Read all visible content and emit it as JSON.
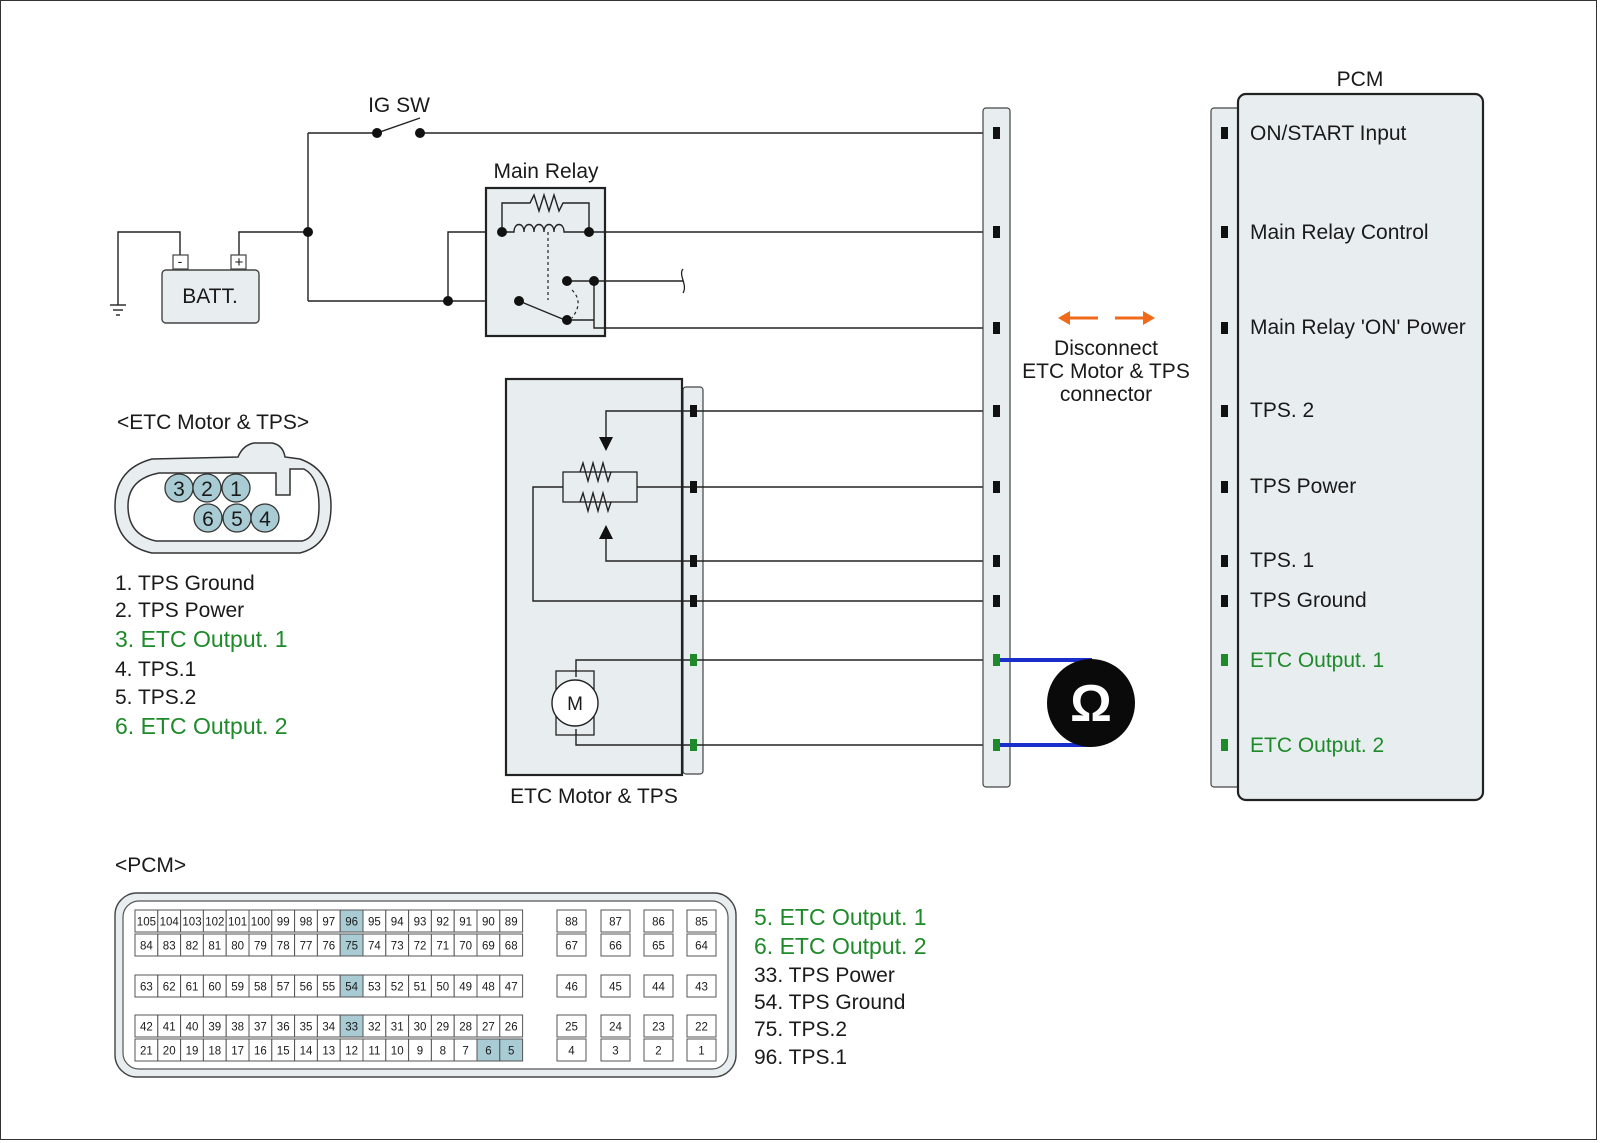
{
  "colors": {
    "accent_green": "#1e8a2a",
    "pin_highlight": "#a9ccd4",
    "panel_fill": "#e8eeef",
    "probe_blue": "#1a2ecc",
    "arrow_orange": "#f06a1a"
  },
  "schematic": {
    "ig_sw": "IG SW",
    "main_relay": "Main Relay",
    "battery": "BATT.",
    "battery_minus": "-",
    "battery_plus": "+",
    "etc_component": "ETC Motor & TPS",
    "motor_symbol": "M",
    "pcm_title": "PCM",
    "disconnect_note": [
      "Disconnect",
      "ETC Motor & TPS",
      "connector"
    ],
    "ohmmeter_icon": "ohmmeter-icon",
    "pcm_pins": [
      {
        "label": "ON/START Input",
        "highlight": false
      },
      {
        "label": "Main Relay Control",
        "highlight": false
      },
      {
        "label": "Main Relay 'ON' Power",
        "highlight": false
      },
      {
        "label": "TPS. 2",
        "highlight": false
      },
      {
        "label": "TPS Power",
        "highlight": false
      },
      {
        "label": "TPS. 1",
        "highlight": false
      },
      {
        "label": "TPS Ground",
        "highlight": false
      },
      {
        "label": "ETC Output. 1",
        "highlight": true
      },
      {
        "label": "ETC Output. 2",
        "highlight": true
      }
    ]
  },
  "etc_connector": {
    "title": "<ETC Motor & TPS>",
    "pins_top": [
      "3",
      "2",
      "1"
    ],
    "pins_bottom": [
      "6",
      "5",
      "4"
    ],
    "legend": [
      {
        "text": "1. TPS Ground",
        "highlight": false
      },
      {
        "text": "2. TPS Power",
        "highlight": false
      },
      {
        "text": "3. ETC Output. 1",
        "highlight": true
      },
      {
        "text": "4. TPS.1",
        "highlight": false
      },
      {
        "text": "5. TPS.2",
        "highlight": false
      },
      {
        "text": "6. ETC Output. 2",
        "highlight": true
      }
    ]
  },
  "pcm_connector": {
    "title": "<PCM>",
    "rows": [
      [
        "105",
        "104",
        "103",
        "102",
        "101",
        "100",
        "99",
        "98",
        "97",
        "96",
        "95",
        "94",
        "93",
        "92",
        "91",
        "90",
        "89"
      ],
      [
        "84",
        "83",
        "82",
        "81",
        "80",
        "79",
        "78",
        "77",
        "76",
        "75",
        "74",
        "73",
        "72",
        "71",
        "70",
        "69",
        "68"
      ],
      [
        "63",
        "62",
        "61",
        "60",
        "59",
        "58",
        "57",
        "56",
        "55",
        "54",
        "53",
        "52",
        "51",
        "50",
        "49",
        "48",
        "47"
      ],
      [
        "42",
        "41",
        "40",
        "39",
        "38",
        "37",
        "36",
        "35",
        "34",
        "33",
        "32",
        "31",
        "30",
        "29",
        "28",
        "27",
        "26"
      ],
      [
        "21",
        "20",
        "19",
        "18",
        "17",
        "16",
        "15",
        "14",
        "13",
        "12",
        "11",
        "10",
        "9",
        "8",
        "7",
        "6",
        "5"
      ]
    ],
    "side_rows": [
      [
        "88",
        "87",
        "86",
        "85"
      ],
      [
        "67",
        "66",
        "65",
        "64"
      ],
      [
        "46",
        "45",
        "44",
        "43"
      ],
      [
        "25",
        "24",
        "23",
        "22"
      ],
      [
        "4",
        "3",
        "2",
        "1"
      ]
    ],
    "highlighted": [
      "96",
      "75",
      "54",
      "33",
      "6",
      "5"
    ],
    "legend": [
      {
        "text": "5. ETC Output. 1",
        "highlight": true
      },
      {
        "text": "6. ETC Output. 2",
        "highlight": true
      },
      {
        "text": "33. TPS Power",
        "highlight": false
      },
      {
        "text": "54. TPS Ground",
        "highlight": false
      },
      {
        "text": "75. TPS.2",
        "highlight": false
      },
      {
        "text": "96. TPS.1",
        "highlight": false
      }
    ]
  }
}
